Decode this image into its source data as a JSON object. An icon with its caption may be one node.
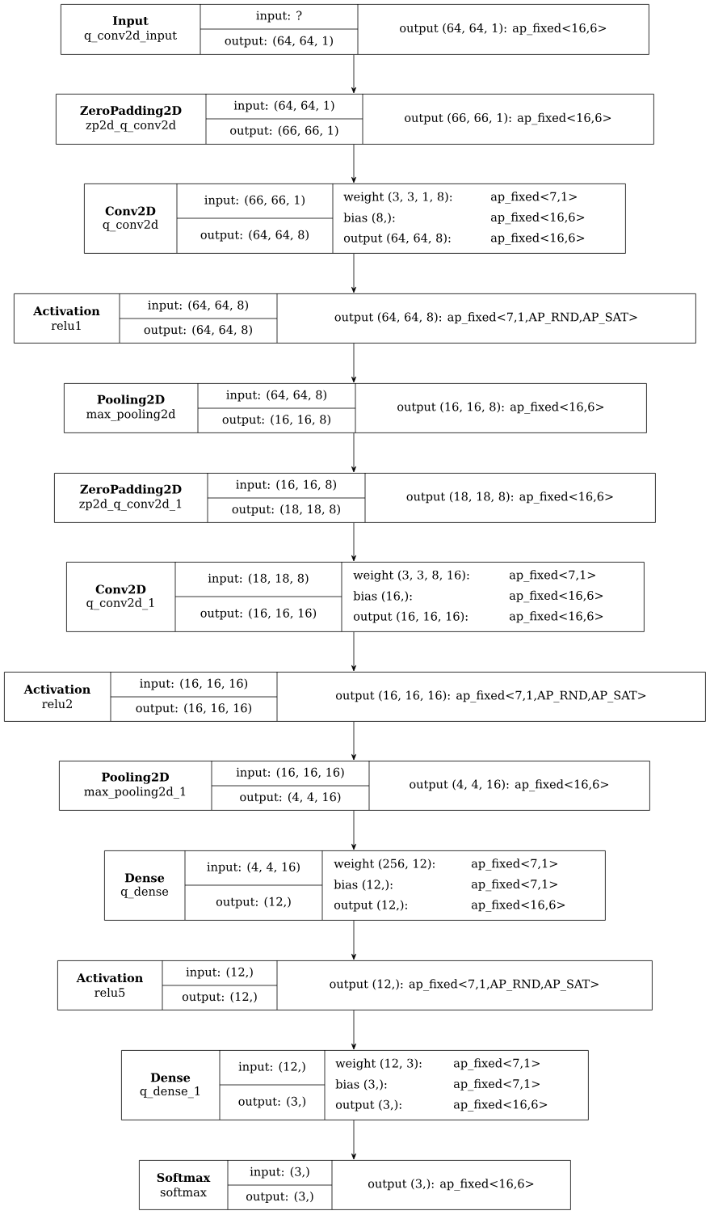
{
  "diagram": {
    "nodes": [
      {
        "text": [
          "Input",
          "q_conv2d_input",
          "input: ?",
          "output: (64, 64, 1)",
          "output (64, 64, 1): ap_fixed<16,6>"
        ]
      },
      {
        "text": [
          "ZeroPadding2D",
          "zp2d_q_conv2d",
          "input: (64, 64, 1)",
          "output: (66, 66, 1)",
          "output (66, 66, 1): ap_fixed<16,6>"
        ]
      },
      {
        "text": [
          "Conv2D",
          "q_conv2d",
          "input: (66, 66, 1)",
          "output: (64, 64, 8)",
          "weight (3, 3, 1, 8):",
          "ap_fixed<7,1>",
          "bias (8,):",
          "ap_fixed<16,6>",
          "output (64, 64, 8):",
          "ap_fixed<16,6>"
        ]
      },
      {
        "text": [
          "Activation",
          "relu1",
          "input: (64, 64, 8)",
          "output: (64, 64, 8)",
          "output (64, 64, 8): ap_fixed<7,1,AP_RND,AP_SAT>"
        ]
      },
      {
        "text": [
          "Pooling2D",
          "max_pooling2d",
          "input: (64, 64, 8)",
          "output: (16, 16, 8)",
          "output (16, 16, 8): ap_fixed<16,6>"
        ]
      },
      {
        "text": [
          "ZeroPadding2D",
          "zp2d_q_conv2d_1",
          "input: (16, 16, 8)",
          "output: (18, 18, 8)",
          "output (18, 18, 8): ap_fixed<16,6>"
        ]
      },
      {
        "text": [
          "Conv2D",
          "q_conv2d_1",
          "input: (18, 18, 8)",
          "output: (16, 16, 16)",
          "weight (3, 3, 8, 16):",
          "ap_fixed<7,1>",
          "bias (16,):",
          "ap_fixed<16,6>",
          "output (16, 16, 16):",
          "ap_fixed<16,6>"
        ]
      },
      {
        "text": [
          "Activation",
          "relu2",
          "input: (16, 16, 16)",
          "output: (16, 16, 16)",
          "output (16, 16, 16): ap_fixed<7,1,AP_RND,AP_SAT>"
        ]
      },
      {
        "text": [
          "Pooling2D",
          "max_pooling2d_1",
          "input: (16, 16, 16)",
          "output: (4, 4, 16)",
          "output (4, 4, 16): ap_fixed<16,6>"
        ]
      },
      {
        "text": [
          "Dense",
          "q_dense",
          "input: (4, 4, 16)",
          "output: (12,)",
          "weight (256, 12):",
          "ap_fixed<7,1>",
          "bias (12,):",
          "ap_fixed<7,1>",
          "output (12,):",
          "ap_fixed<16,6>"
        ]
      },
      {
        "text": [
          "Activation",
          "relu5",
          "input: (12,)",
          "output: (12,)",
          "output (12,): ap_fixed<7,1,AP_RND,AP_SAT>"
        ]
      },
      {
        "text": [
          "Dense",
          "q_dense_1",
          "input: (12,)",
          "output: (3,)",
          "weight (12, 3):",
          "ap_fixed<7,1>",
          "bias (3,):",
          "ap_fixed<7,1>",
          "output (3,):",
          "ap_fixed<16,6>"
        ]
      },
      {
        "text": [
          "Softmax",
          "softmax",
          "input: (3,)",
          "output: (3,)",
          "output (3,): ap_fixed<16,6>"
        ]
      }
    ],
    "edges": [
      {
        "from": 0,
        "to": 1,
        "arrow": "to"
      },
      {
        "from": 1,
        "to": 2,
        "arrow": "to"
      },
      {
        "from": 2,
        "to": 3,
        "arrow": "to"
      },
      {
        "from": 3,
        "to": 4,
        "arrow": "to"
      },
      {
        "from": 4,
        "to": 5,
        "arrow": "to"
      },
      {
        "from": 5,
        "to": 6,
        "arrow": "to"
      },
      {
        "from": 6,
        "to": 7,
        "arrow": "to"
      },
      {
        "from": 7,
        "to": 8,
        "arrow": "to"
      },
      {
        "from": 8,
        "to": 9,
        "arrow": "to"
      },
      {
        "from": 9,
        "to": 10,
        "arrow": "to"
      },
      {
        "from": 10,
        "to": 11,
        "arrow": "to"
      },
      {
        "from": 11,
        "to": 12,
        "arrow": "to"
      }
    ]
  }
}
